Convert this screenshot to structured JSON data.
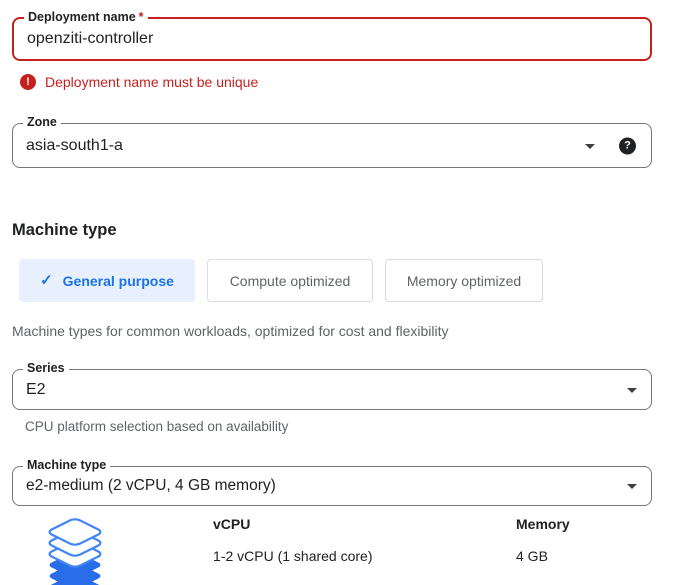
{
  "colors": {
    "error_red": "#c5221f",
    "accent_blue": "#1a73e8",
    "selected_tab_bg": "#e8f0fe",
    "tab_border": "#dadce0",
    "field_border": "#747775",
    "text_primary": "#202124",
    "text_secondary": "#5f6368",
    "icon_outline_blue": "#4285f4",
    "icon_fill_blue": "#2a6de9"
  },
  "deployment_field": {
    "label": "Deployment name",
    "required_marker": "*",
    "value": "openziti-controller",
    "error_message": "Deployment name must be unique"
  },
  "zone_field": {
    "label": "Zone",
    "value": "asia-south1-a"
  },
  "machine_section": {
    "heading": "Machine type",
    "tabs": [
      {
        "label": "General purpose",
        "selected": true
      },
      {
        "label": "Compute optimized",
        "selected": false
      },
      {
        "label": "Memory optimized",
        "selected": false
      }
    ],
    "description": "Machine types for common workloads, optimized for cost and flexibility"
  },
  "series_field": {
    "label": "Series",
    "value": "E2",
    "helper": "CPU platform selection based on availability"
  },
  "machine_type_field": {
    "label": "Machine type",
    "value": "e2-medium (2 vCPU, 4 GB memory)"
  },
  "specs": {
    "columns": [
      {
        "header": "vCPU",
        "value": "1-2 vCPU (1 shared core)"
      },
      {
        "header": "Memory",
        "value": "4 GB"
      }
    ]
  },
  "glyphs": {
    "check": "✓",
    "question": "?",
    "exclamation": "!"
  }
}
